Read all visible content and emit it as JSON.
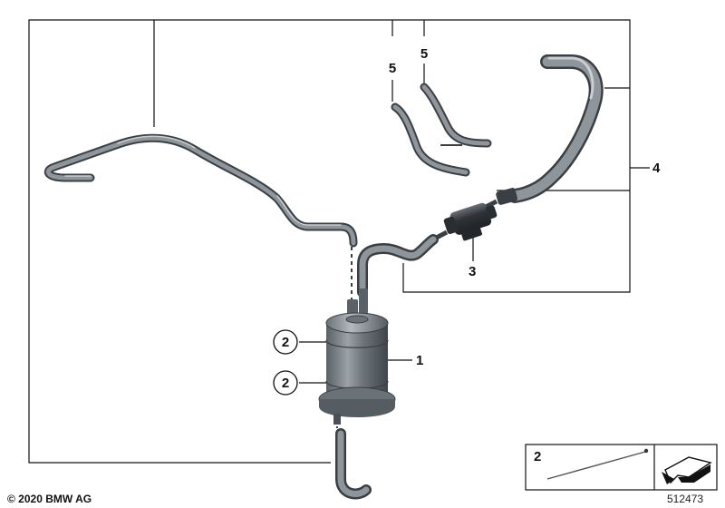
{
  "callouts": {
    "part_1": "1",
    "part_2_upper": "2",
    "part_2_lower": "2",
    "part_3": "3",
    "part_4": "4",
    "part_5_left": "5",
    "part_5_right": "5",
    "legend_part": "2"
  },
  "footer": {
    "copyright": "© 2020 BMW AG",
    "diagram_number": "512473"
  },
  "colors": {
    "hose_dark": "#3a3f44",
    "hose_mid": "#8e959b",
    "hose_highlight": "#c9ced2",
    "canister_dark": "#4a5056",
    "line": "#111111"
  }
}
